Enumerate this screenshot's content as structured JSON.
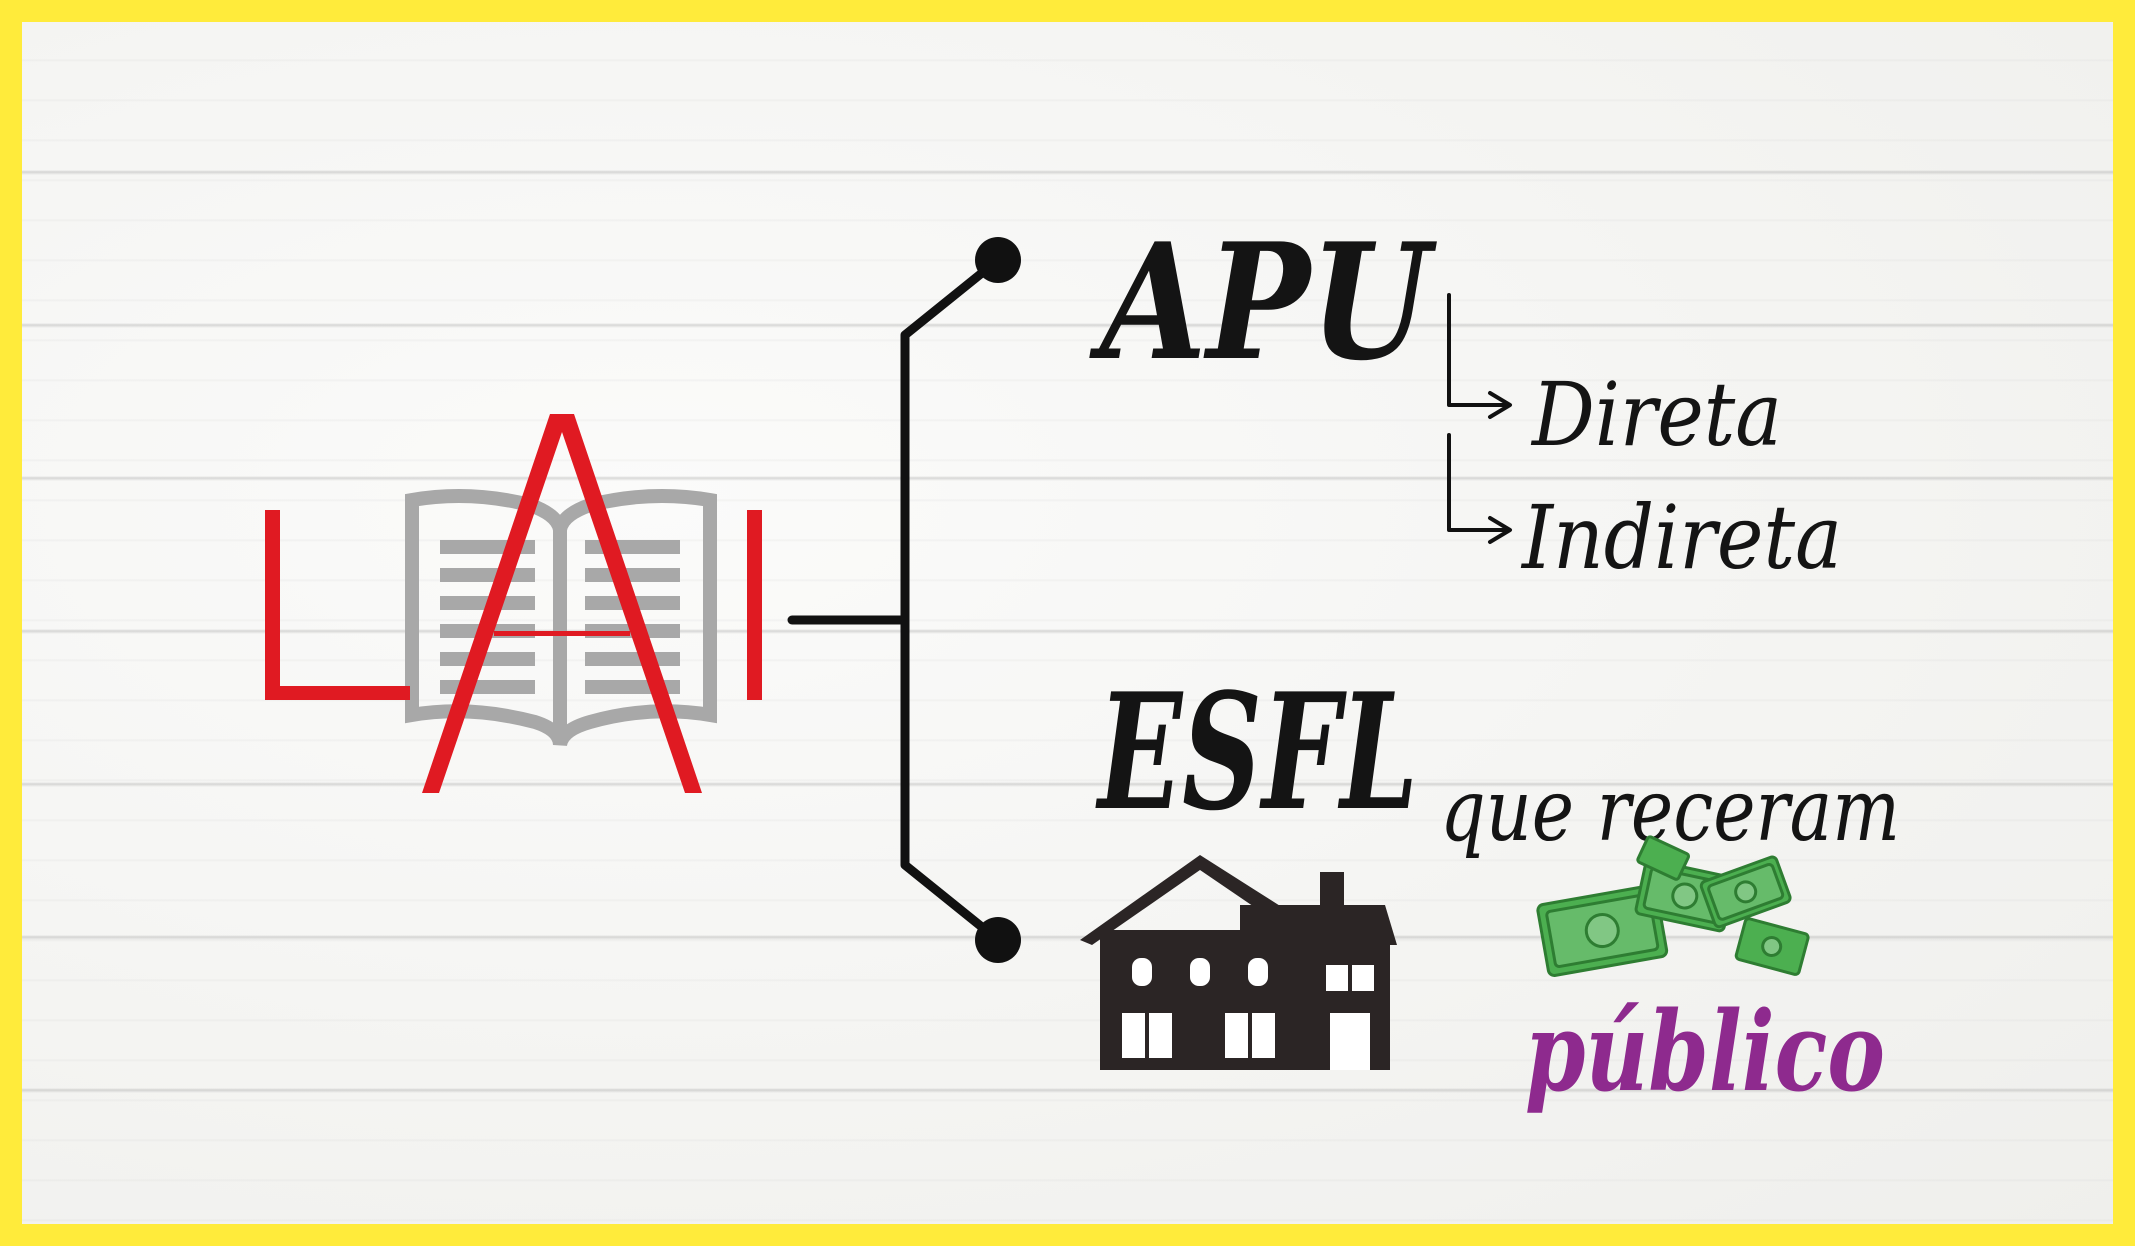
{
  "logo": {
    "letters": "LAI",
    "color": "#e01a22",
    "book_color": "#a8a8a8"
  },
  "branches": {
    "apu": {
      "label": "APU",
      "children": [
        "Direta",
        "Indireta"
      ]
    },
    "esfl": {
      "label": "ESFL",
      "suffix": "que receram",
      "footer": "público",
      "footer_color": "#8e2a8e"
    }
  },
  "icons": {
    "house": "house-icon",
    "money": "money-bills-icon",
    "book": "open-book-icon"
  },
  "colors": {
    "frame": "#ffeb3b",
    "ink": "#141414",
    "money_green": "#4caf50"
  }
}
